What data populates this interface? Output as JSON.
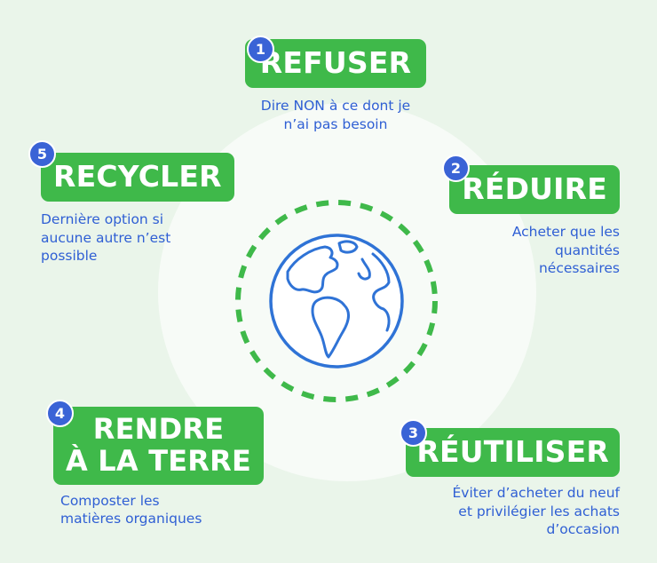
{
  "steps": [
    {
      "number": "1",
      "title": "REFUSER",
      "description": "Dire NON à ce dont je\nn’ai pas besoin"
    },
    {
      "number": "2",
      "title": "RÉDUIRE",
      "description": "Acheter que les\nquantités\nnécessaires"
    },
    {
      "number": "3",
      "title": "RÉUTILISER",
      "description": "Éviter d’acheter du neuf\net privilégier les achats\nd’occasion"
    },
    {
      "number": "4",
      "title": "RENDRE\nÀ LA TERRE",
      "description": "Composter les\nmatières organiques"
    },
    {
      "number": "5",
      "title": "RECYCLER",
      "description": "Dernière option si\naucune autre n’est\npossible"
    }
  ],
  "colors": {
    "background": "#eaf5ea",
    "label_green": "#3fb94a",
    "badge_blue": "#3a63d6",
    "text_blue": "#2f5fd4",
    "globe_blue": "#2f73d6",
    "ring_green": "#3fb94a"
  },
  "center_icon": "globe-icon"
}
